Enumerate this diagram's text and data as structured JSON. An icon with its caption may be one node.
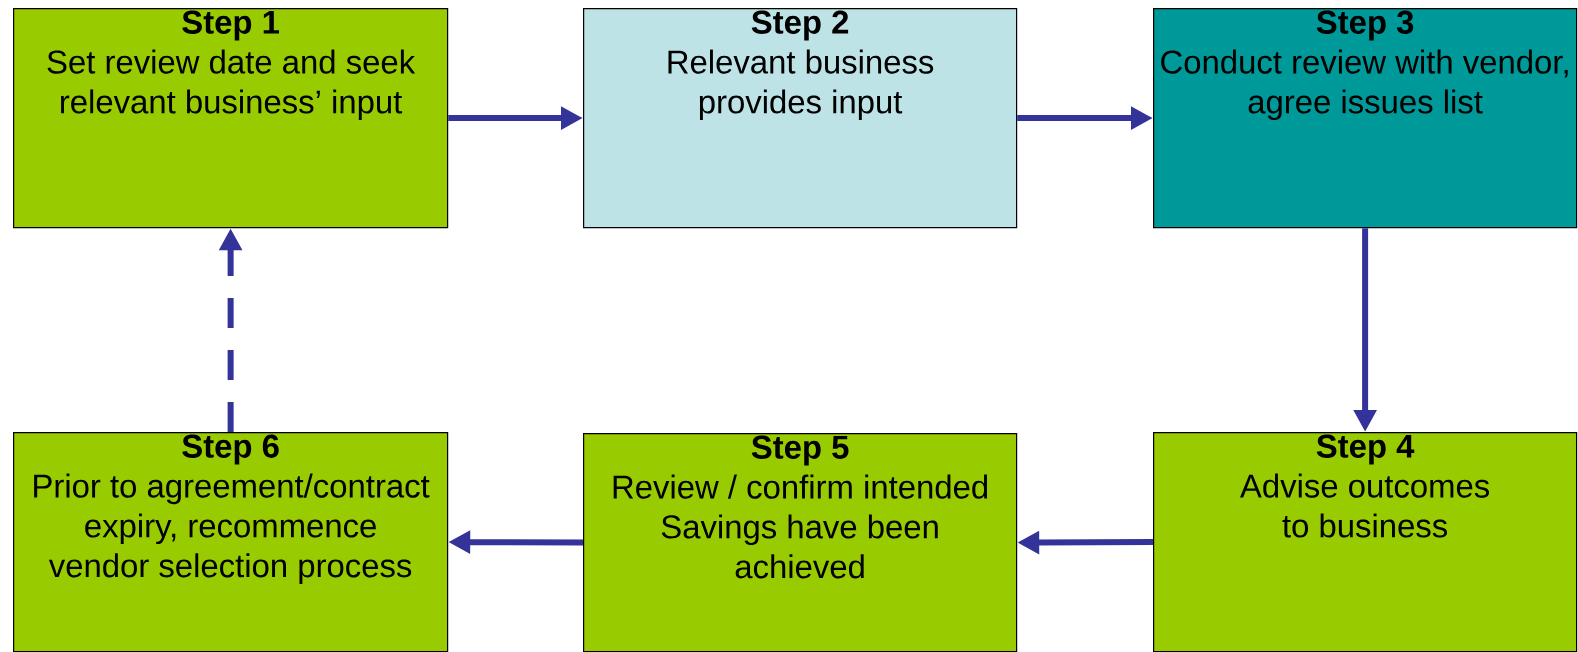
{
  "diagram": {
    "nodes": [
      {
        "text": [
          "Step 1",
          "Set review date and seek relevant business’ input"
        ]
      },
      {
        "text": [
          "Step 2",
          "Relevant business provides input"
        ]
      },
      {
        "text": [
          "Step 3",
          "Conduct review with vendor, agree issues list"
        ]
      },
      {
        "text": [
          "Step 4",
          "Advise outcomes to business"
        ]
      },
      {
        "text": [
          "Step 5",
          "Review / confirm intended Savings have been achieved"
        ]
      },
      {
        "text": [
          "Step 6",
          "Prior to agreement/contract expiry, recommence vendor selection process"
        ]
      }
    ],
    "edges": [
      {
        "from": 0,
        "to": 1,
        "arrow": "to"
      },
      {
        "from": 1,
        "to": 2,
        "arrow": "to"
      },
      {
        "from": 2,
        "to": 3,
        "arrow": "to"
      },
      {
        "from": 3,
        "to": 4,
        "arrow": "to"
      },
      {
        "from": 4,
        "to": 5,
        "arrow": "to"
      },
      {
        "from": 5,
        "to": 0,
        "arrow": "to",
        "style": "dashed"
      }
    ]
  }
}
